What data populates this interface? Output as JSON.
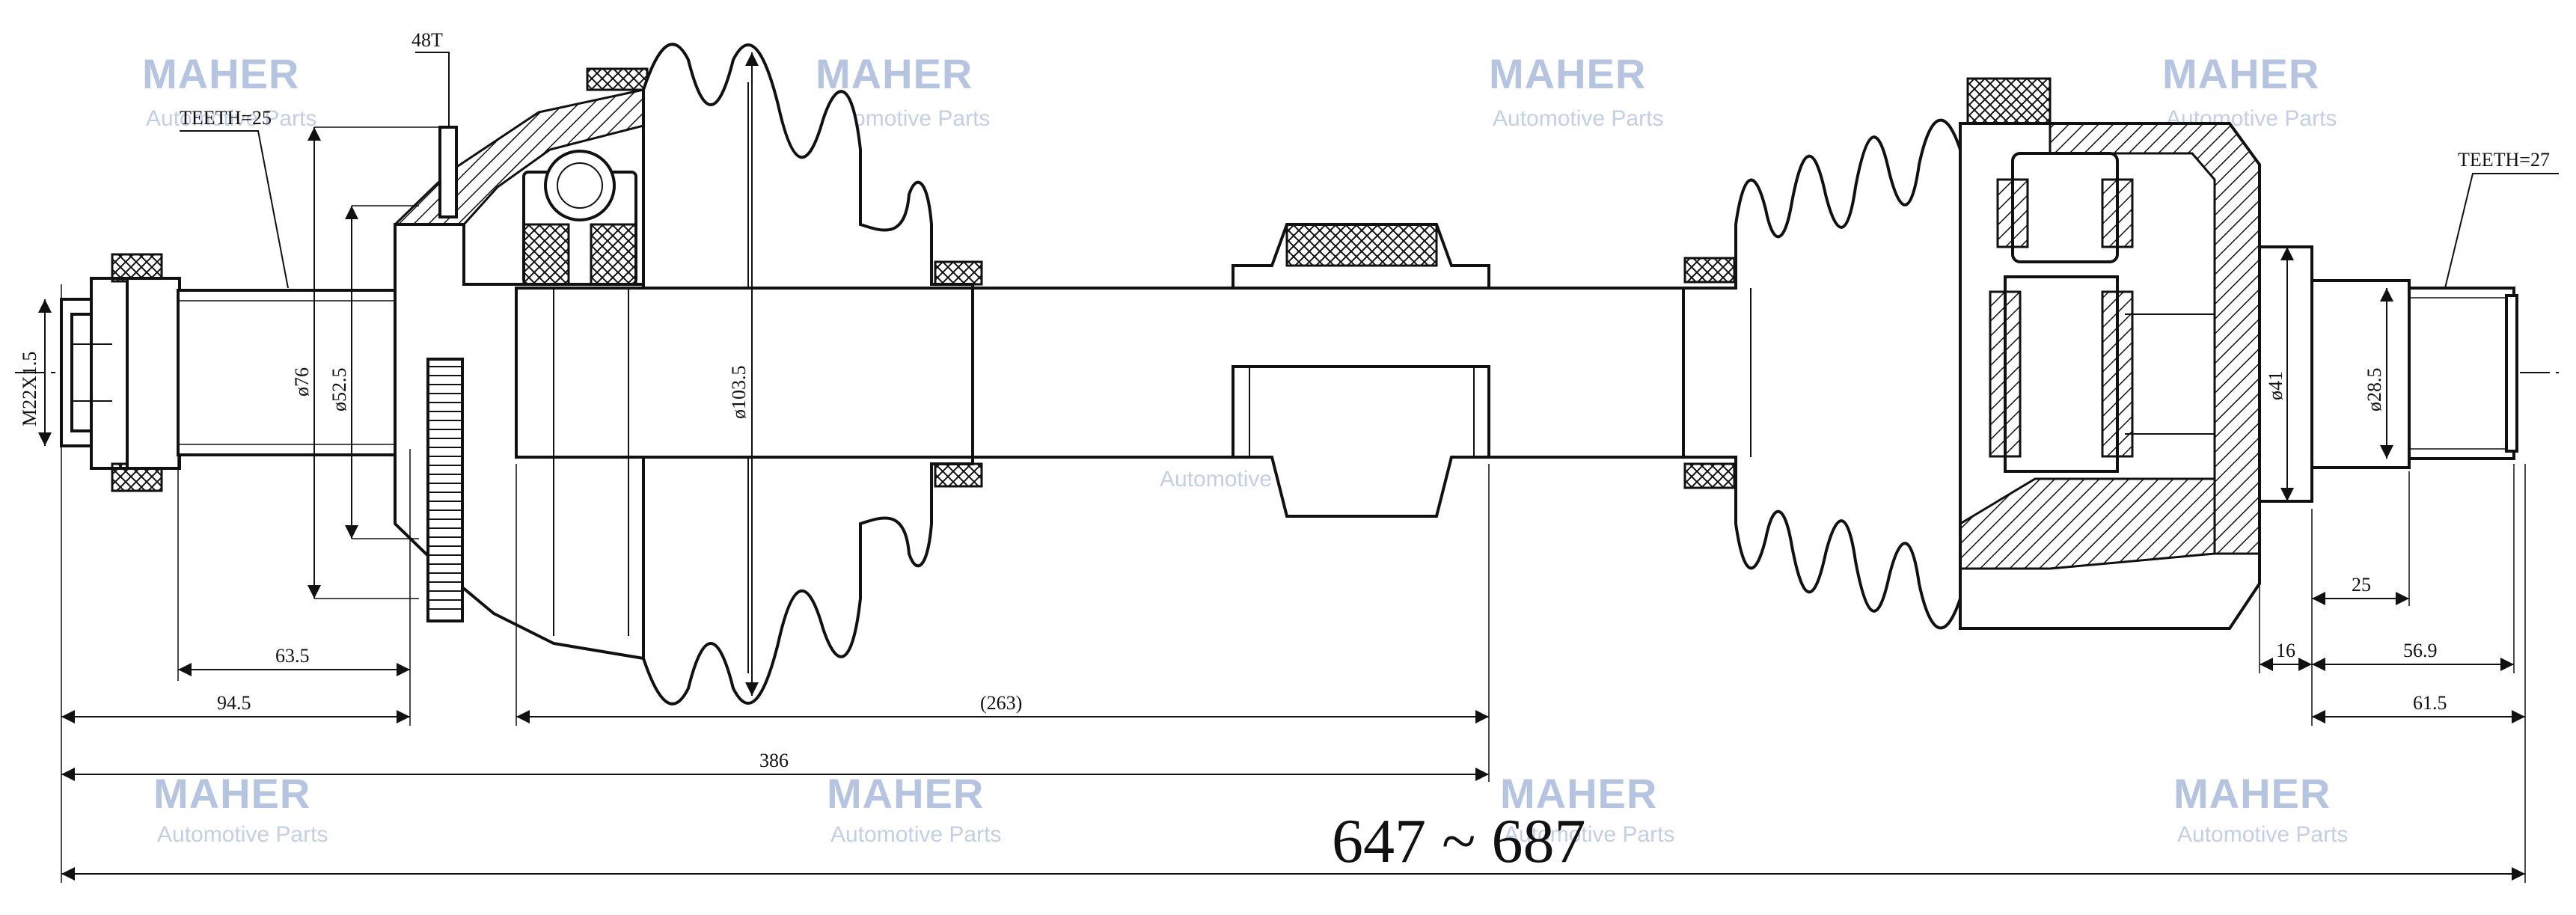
{
  "brand": {
    "name": "MAHER",
    "tagline": "Automotive Parts",
    "watermark_color": "#b5c4e0"
  },
  "labels": {
    "teeth_left": "TEETH=25",
    "teeth_right": "TEETH=27",
    "abs_ring": "48T",
    "thread": "M22X1.5"
  },
  "dimensions": {
    "dia_76": "ø76",
    "dia_52_5": "ø52.5",
    "dia_103_5": "ø103.5",
    "dia_41": "ø41",
    "dia_28_5": "ø28.5",
    "len_63_5": "63.5",
    "len_94_5": "94.5",
    "len_263": "(263)",
    "len_386": "386",
    "len_25": "25",
    "len_16": "16",
    "len_56_9": "56.9",
    "len_61_5": "61.5",
    "overall": "647 ~ 687"
  }
}
